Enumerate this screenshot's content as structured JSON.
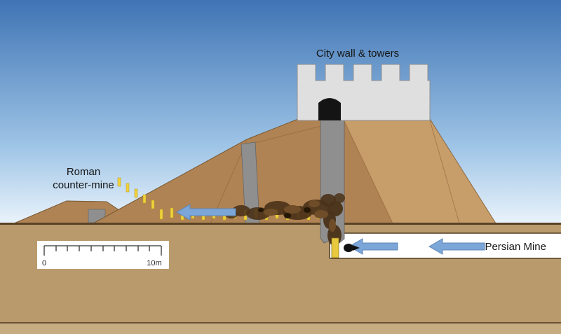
{
  "diagram": {
    "labels": {
      "city_wall": "City wall & towers",
      "roman_line1": "Roman",
      "roman_line2": "counter-mine",
      "persian_mine": "Persian Mine"
    },
    "scale": {
      "zero": "0",
      "ten": "10m"
    },
    "colors": {
      "sky_top": "#3f74b4",
      "sky_horizon": "#eaf3fb",
      "earth": "#b89a6c",
      "earth_bottom": "#c6ac80",
      "rampart": "#b08354",
      "rampart_light": "#c79d6a",
      "wall": "#dfdfdf",
      "masonry_gray": "#8f8f8f",
      "mine_tunnel": "#ffffff",
      "timber_props": "#f0d23c",
      "arrow": "#7ba6d7",
      "smoke": "#4a3118",
      "smoke_light": "#6f4d28"
    }
  }
}
